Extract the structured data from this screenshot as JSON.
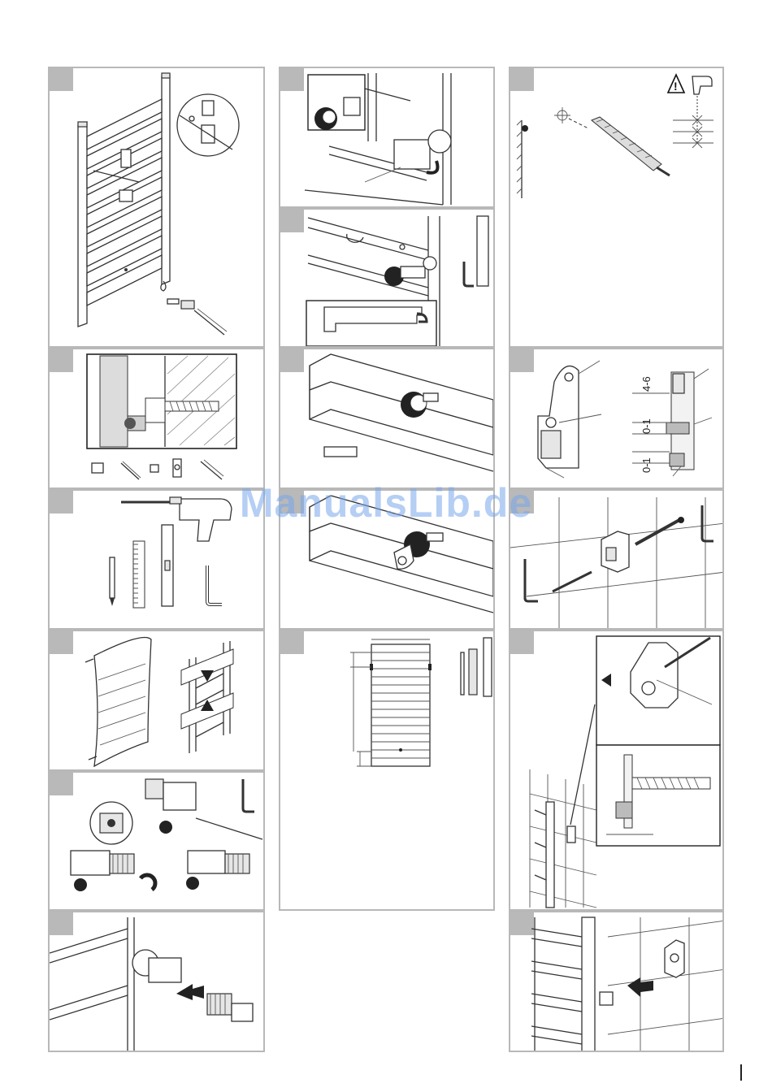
{
  "watermark": "ManualsLib.de",
  "dimensions": {
    "d_4_6": "4-6",
    "d_0_1_a": "0-1",
    "d_0_1_b": "0-1"
  },
  "panels": [
    {
      "id": "p1",
      "content": "towel-radiator-with-brackets"
    },
    {
      "id": "p2",
      "content": "wall-bracket-cross-section"
    },
    {
      "id": "p3",
      "content": "tools-required"
    },
    {
      "id": "p4",
      "content": "unpacking-radiator"
    },
    {
      "id": "p5",
      "content": "valve-adapter-assembly"
    },
    {
      "id": "p6",
      "content": "insert-adapter"
    },
    {
      "id": "p7",
      "content": "rotate-pin"
    },
    {
      "id": "p8",
      "content": "hex-key-tighten"
    },
    {
      "id": "p9",
      "content": "bottom-frame-pin"
    },
    {
      "id": "p10",
      "content": "bottom-frame-bracket"
    },
    {
      "id": "p11",
      "content": "dimension-drawing"
    },
    {
      "id": "p12",
      "content": "drill-wall"
    },
    {
      "id": "p13",
      "content": "bracket-depth-settings"
    },
    {
      "id": "p14",
      "content": "mount-bracket-to-wall"
    },
    {
      "id": "p15",
      "content": "check-bracket-alignment"
    },
    {
      "id": "p16",
      "content": "hang-radiator"
    }
  ],
  "colors": {
    "panel_border": "#b8b8b8",
    "tab": "#b9b9b9",
    "ink": "#333333"
  }
}
